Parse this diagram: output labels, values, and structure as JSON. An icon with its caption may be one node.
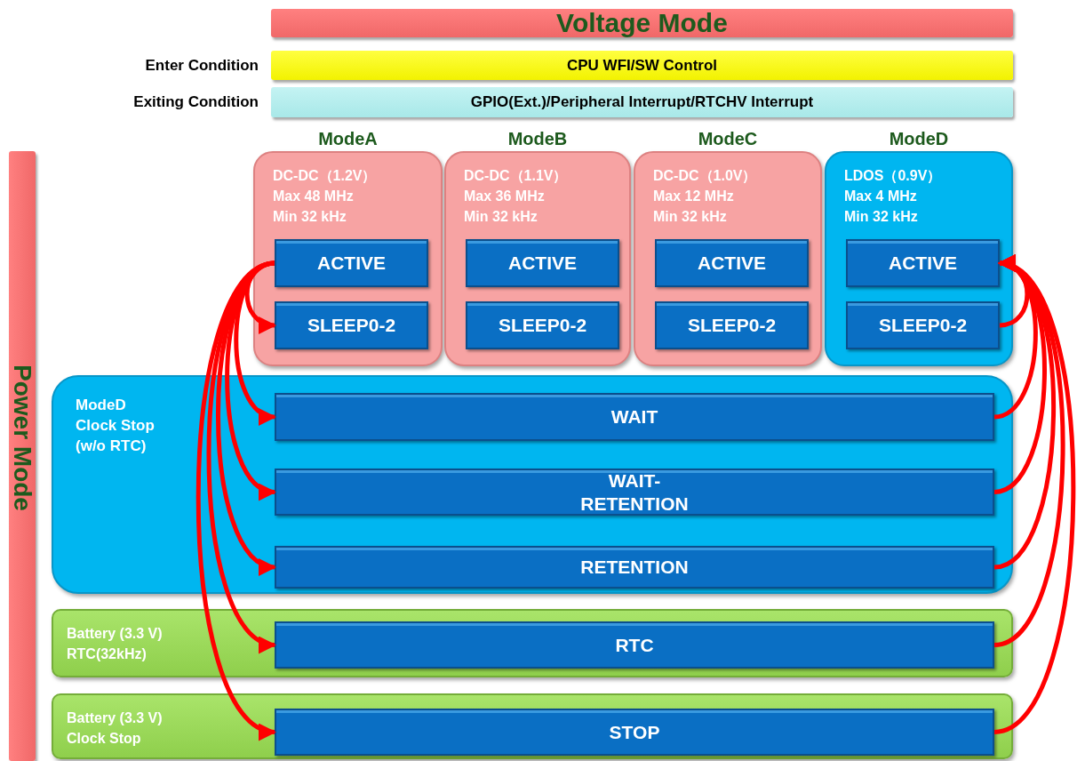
{
  "diagram": {
    "nodes": [
      {
        "text": [
          "Voltage Mode"
        ]
      },
      {
        "text": [
          "CPU WFI/SW Control"
        ],
        "beside": [
          "Enter Condition"
        ]
      },
      {
        "text": [
          "GPIO(Ext.)/Peripheral Interrupt/RTCHV Interrupt"
        ],
        "beside": [
          "Exiting Condition"
        ]
      },
      {
        "text": [
          "Power Mode"
        ]
      },
      {
        "text": [
          "ModeA",
          "DC-DC（1.2V）",
          "Max 48 MHz",
          "Min 32 kHz"
        ]
      },
      {
        "text": [
          "ACTIVE"
        ],
        "in": 4
      },
      {
        "text": [
          "SLEEP0-2"
        ],
        "in": 4
      },
      {
        "text": [
          "ModeB",
          "DC-DC（1.1V）",
          "Max 36 MHz",
          "Min 32 kHz"
        ]
      },
      {
        "text": [
          "ACTIVE"
        ],
        "in": 7
      },
      {
        "text": [
          "SLEEP0-2"
        ],
        "in": 7
      },
      {
        "text": [
          "ModeC",
          "DC-DC（1.0V）",
          "Max 12 MHz",
          "Min 32 kHz"
        ]
      },
      {
        "text": [
          "ACTIVE"
        ],
        "in": 10
      },
      {
        "text": [
          "SLEEP0-2"
        ],
        "in": 10
      },
      {
        "text": [
          "ModeD",
          "LDOS（0.9V）",
          "Max 4 MHz",
          "Min 32 kHz"
        ]
      },
      {
        "text": [
          "ACTIVE"
        ],
        "in": 13
      },
      {
        "text": [
          "SLEEP0-2"
        ],
        "in": 13
      },
      {
        "text": [
          "ModeD",
          "Clock Stop",
          "(w/o RTC)"
        ]
      },
      {
        "text": [
          "WAIT"
        ],
        "in": 16
      },
      {
        "text": [
          "WAIT- RETENTION"
        ],
        "in": 16
      },
      {
        "text": [
          "RETENTION"
        ],
        "in": 16
      },
      {
        "text": [
          "Battery (3.3 V)",
          "RTC(32kHz)"
        ]
      },
      {
        "text": [
          "RTC"
        ],
        "in": 20
      },
      {
        "text": [
          "Battery (3.3 V)",
          "Clock Stop"
        ]
      },
      {
        "text": [
          "STOP"
        ],
        "in": 22
      }
    ],
    "edges": [
      {
        "from": 5,
        "to": 6,
        "arrow": "to"
      },
      {
        "from": 5,
        "to": 17,
        "arrow": "to"
      },
      {
        "from": 5,
        "to": 18,
        "arrow": "to"
      },
      {
        "from": 5,
        "to": 19,
        "arrow": "to"
      },
      {
        "from": 5,
        "to": 21,
        "arrow": "to"
      },
      {
        "from": 5,
        "to": 23,
        "arrow": "to"
      },
      {
        "from": 15,
        "to": 14,
        "arrow": "to"
      },
      {
        "from": 17,
        "to": 14,
        "arrow": "to"
      },
      {
        "from": 18,
        "to": 14,
        "arrow": "to"
      },
      {
        "from": 19,
        "to": 14,
        "arrow": "to"
      },
      {
        "from": 21,
        "to": 14,
        "arrow": "to"
      },
      {
        "from": 23,
        "to": 14,
        "arrow": "to"
      }
    ]
  }
}
